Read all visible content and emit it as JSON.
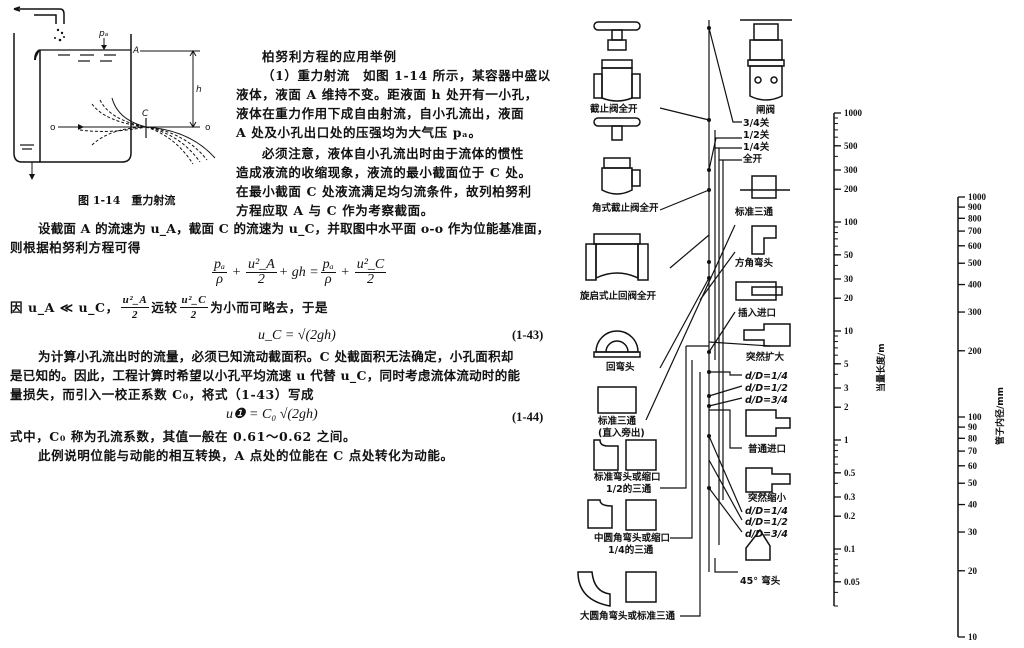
{
  "figure_1_14": {
    "caption": "图 1-14　重力射流",
    "labels": {
      "pa": "pₐ",
      "A": "A",
      "h": "h",
      "C": "C",
      "o_left": "o",
      "o_right": "o"
    }
  },
  "section": {
    "title": "柏努利方程的应用举例",
    "para1_lines": [
      "（1）重力射流　如图 1-14 所示，某容器中盛以",
      "液体，液面 A 维持不变。距液面 h 处开有一小孔，",
      "液体在重力作用下成自由射流，自小孔流出，液面",
      "A 处及小孔出口处的压强均为大气压 pₐ。"
    ],
    "para2_lines": [
      "必须注意，液体自小孔流出时由于流体的惯性",
      "造成液流的收缩现象，液流的最小截面位于 C 处。",
      "在最小截面 C 处液流满足均匀流条件，故列柏努利",
      "方程应取 A 与 C 作为考察截面。"
    ],
    "para3_lines": [
      "设截面 A 的流速为 u_A，截面 C 的流速为 u_C，并取图中水平面 o-o 作为位能基准面，",
      "则根据柏努利方程可得"
    ],
    "eq_bernoulli": {
      "t1_num": "pₐ",
      "t1_den": "ρ",
      "t2_num": "u²_A",
      "t2_den": "2",
      "mid": "+ gh =",
      "t3_num": "pₐ",
      "t3_den": "ρ",
      "t4_num": "u²_C",
      "t4_den": "2"
    },
    "line_since": {
      "pre": "因 u_A ≪ u_C，",
      "f1_num": "u²_A",
      "f1_den": "2",
      "mid": "远较",
      "f2_num": "u²_C",
      "f2_den": "2",
      "post": "为小而可略去，于是"
    },
    "eq_1_43": {
      "expr": "u_C = √(2gh)",
      "number": "(1-43)"
    },
    "para4_lines": [
      "为计算小孔流出时的流量，必须已知流动截面积。C 处截面积无法确定，小孔面积却",
      "是已知的。因此，工程计算时希望以小孔平均流速 u 代替 u_C，同时考虑流体流动时的能",
      "量损失，而引入一校正系数 C₀，将式（1-43）写成"
    ],
    "eq_1_44": {
      "expr": "u❶ = C₀ √(2gh)",
      "number": "(1-44)"
    },
    "para5_lines": [
      "式中，C₀ 称为孔流系数，其值一般在 0.61～0.62 之间。",
      "此例说明位能与动能的相互转换，A 点处的位能在 C 点处转化为动能。"
    ]
  },
  "nomogram": {
    "fittings_left": [
      "截止阀全开",
      "角式截止阀全开",
      "旋启式止回阀全开",
      "回弯头",
      "标准三通",
      "(直入旁出)",
      "标准弯头或缩口",
      "1/2的三通",
      "中圆角弯头或缩口",
      "1/4的三通",
      "大圆角弯头或标准三通"
    ],
    "fittings_right": [
      "闸阀",
      "3/4关",
      "1/2关",
      "1/4关",
      "全开",
      "标准三通",
      "方角弯头",
      "插入进口",
      "突然扩大",
      "d/D=1/4",
      "d/D=1/2",
      "d/D=3/4",
      "普通进口",
      "突然缩小",
      "d/D=1/4",
      "d/D=1/2",
      "d/D=3/4",
      "45° 弯头"
    ],
    "chart_data": [
      {
        "type": "table",
        "title": "当量长度/m",
        "scale": "log",
        "ylim": [
          0.03,
          1000
        ],
        "tick_labels": [
          "1000",
          "500",
          "300",
          "200",
          "100",
          "50",
          "30",
          "20",
          "10",
          "5",
          "3",
          "2",
          "1",
          "0.5",
          "0.3",
          "0.2",
          "0.1",
          "0.05"
        ],
        "tick_values": [
          1000,
          500,
          300,
          200,
          100,
          50,
          30,
          20,
          10,
          5,
          3,
          2,
          1,
          0.5,
          0.3,
          0.2,
          0.1,
          0.05
        ]
      },
      {
        "type": "table",
        "title": "管子内径/mm",
        "scale": "log",
        "ylim": [
          10,
          1000
        ],
        "tick_labels": [
          "1000",
          "900",
          "800",
          "700",
          "600",
          "500",
          "400",
          "300",
          "200",
          "100",
          "90",
          "80",
          "70",
          "60",
          "50",
          "40",
          "30",
          "20",
          "10"
        ],
        "tick_values": [
          1000,
          900,
          800,
          700,
          600,
          500,
          400,
          300,
          200,
          100,
          90,
          80,
          70,
          60,
          50,
          40,
          30,
          20,
          10
        ]
      }
    ]
  }
}
